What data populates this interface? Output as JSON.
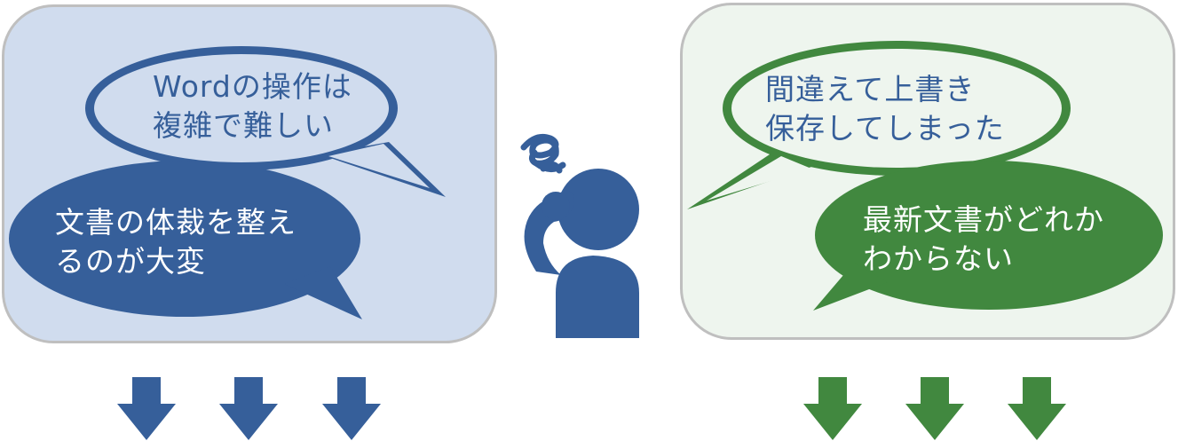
{
  "left_panel": {
    "outline_bubble": {
      "line1": "Wordの操作は",
      "line2": "複雑で難しい"
    },
    "filled_bubble": {
      "line1": "文書の体裁を整え",
      "line2": "るのが大変"
    }
  },
  "right_panel": {
    "outline_bubble": {
      "line1": "間違えて上書き",
      "line2": "保存してしまった"
    },
    "filled_bubble": {
      "line1": "最新文書がどれか",
      "line2": "わからない"
    }
  },
  "colors": {
    "blue": "#365f9a",
    "green": "#41883f",
    "panel_left_bg": "#d0dcee",
    "panel_right_bg": "#eef5ee",
    "panel_border": "#bfbfbf"
  },
  "icons": {
    "person": "troubled-person-icon",
    "arrow": "down-arrow-icon"
  }
}
